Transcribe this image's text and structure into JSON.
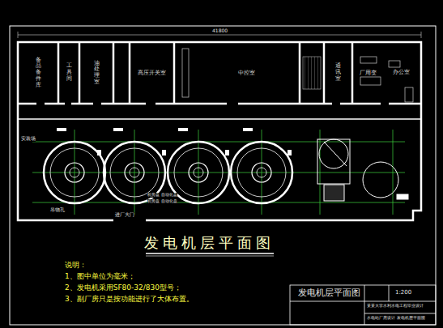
{
  "diagram": {
    "title": "发电机层平面图",
    "nodes": [
      {
        "text": [
          "备品备件库"
        ]
      },
      {
        "text": [
          "工具间"
        ]
      },
      {
        "text": [
          "油处理室"
        ]
      },
      {
        "text": [
          "高压开关室"
        ]
      },
      {
        "text": [
          "中控室"
        ]
      },
      {
        "text": [
          "通讯室"
        ]
      },
      {
        "text": [
          "厂用变"
        ]
      },
      {
        "text": [
          "办公室"
        ]
      }
    ],
    "labels": [
      "说明：",
      "1、图中单位为毫米；",
      "2、发电机采用SF80-32/830型号；",
      "3、副厂房只是按功能进行了大体布置。",
      "发电机层平面图",
      "1:200",
      "某某大学水利水电工程毕业设计",
      "水电站厂房设计 发电机层平面图",
      "41800",
      "安装场",
      "机旁盘 自动化盘",
      "机旁盘 自动化盘",
      "吊物孔",
      "进厂大门"
    ]
  }
}
